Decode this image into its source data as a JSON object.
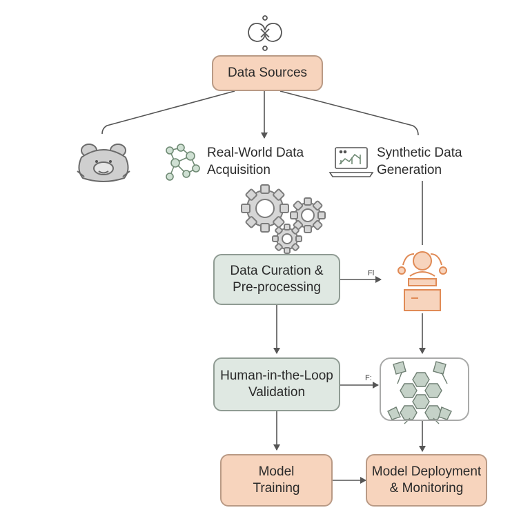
{
  "nodes": {
    "data_sources": "Data Sources",
    "real_world_line1": "Real-World Data",
    "real_world_line2": "Acquisition",
    "synthetic_line1": "Synthetic Data",
    "synthetic_line2": "Generation",
    "curation_line1": "Data Curation &",
    "curation_line2": "Pre-processing",
    "hitl_line1": "Human-in-the-Loop",
    "hitl_line2": "Validation",
    "training_line1": "Model",
    "training_line2": "Training",
    "deploy_line1": "Model Deployment",
    "deploy_line2": "& Monitoring"
  },
  "edge_tags": {
    "curation_to_synth": "Fl",
    "hitl_to_mesh": "F:"
  },
  "icons": {
    "top": "abstract-knot-icon",
    "mascot": "bear-face-icon",
    "network": "network-nodes-icon",
    "laptop": "laptop-chart-icon",
    "gears": "gears-icon",
    "synth_person": "person-at-desk-icon",
    "mesh": "hexagon-mesh-icon"
  },
  "colors": {
    "peach_fill": "#f7d4bd",
    "sage_fill": "#dfe8e2",
    "orange_icon": "#e08a55",
    "line": "#555555"
  }
}
